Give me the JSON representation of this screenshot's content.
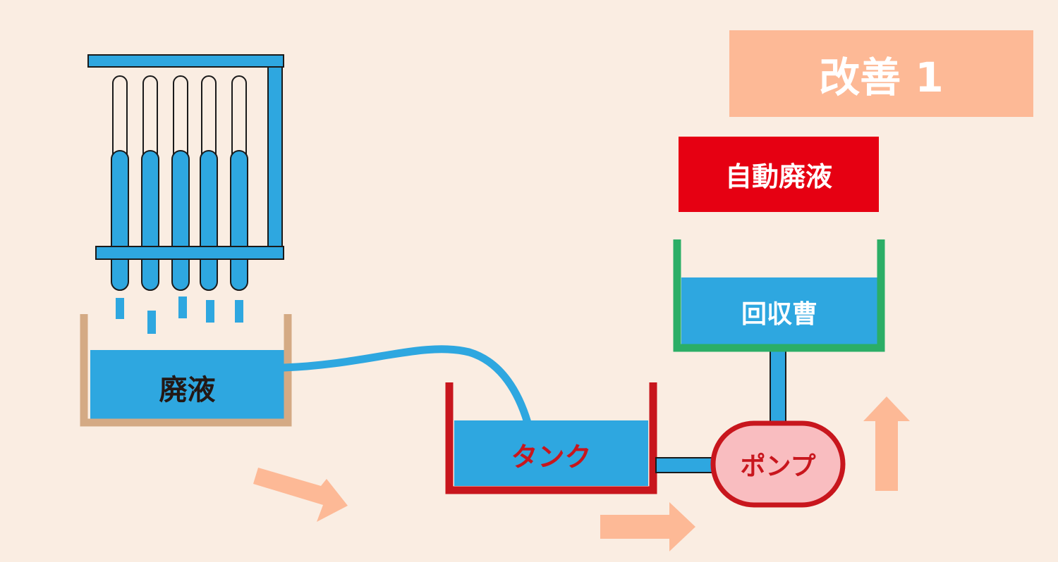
{
  "header": {
    "title": "改善 1",
    "feature": "自動廃液"
  },
  "labels": {
    "waste_liquid": "廃液",
    "tank": "タンク",
    "pump": "ポンプ",
    "recovery_tank": "回収曹"
  },
  "colors": {
    "background": "#FAEDE2",
    "liquid": "#2EA7E0",
    "title_box": "#FDB996",
    "feature_box": "#E60012",
    "tank_border": "#C8161D",
    "recovery_border": "#2BAE66",
    "waste_container": "#D4AA84",
    "pump_fill": "#F9BDC0",
    "flow_arrow": "#FDB996"
  }
}
